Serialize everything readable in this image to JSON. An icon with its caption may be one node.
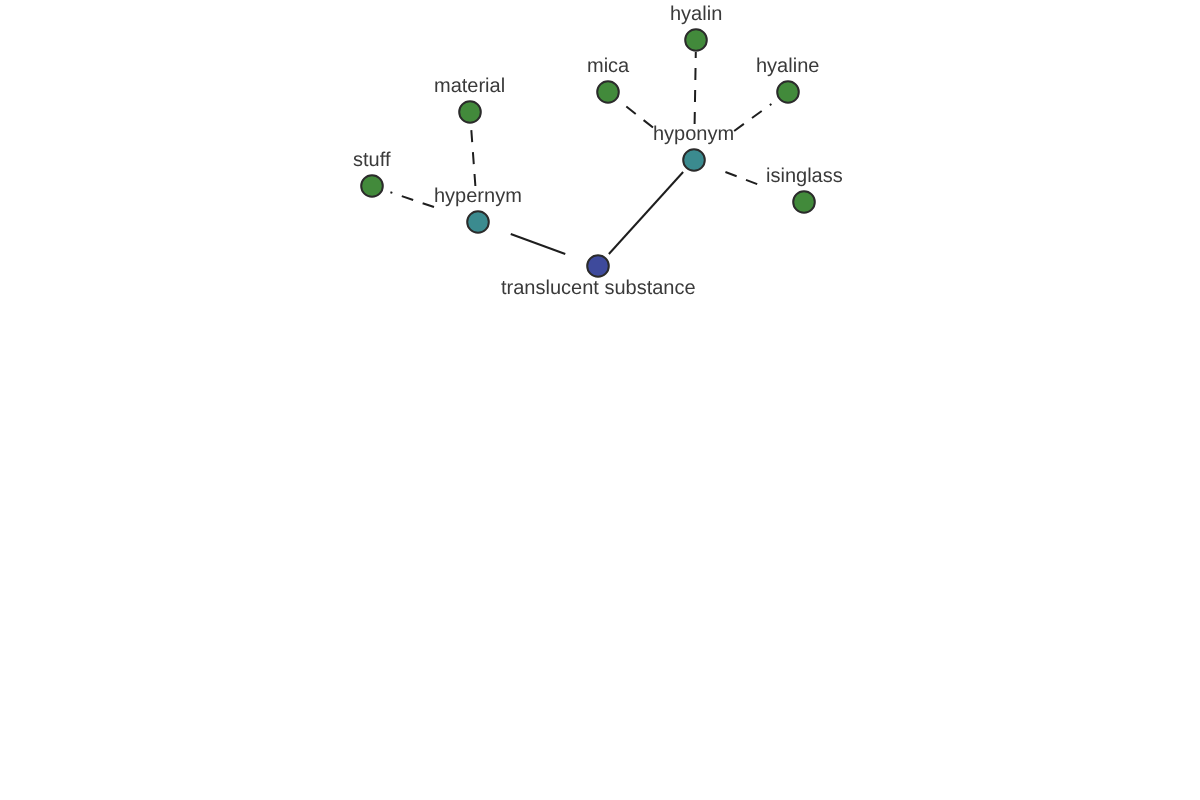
{
  "diagram": {
    "nodes": [
      {
        "text": [
          "translucent substance"
        ]
      },
      {
        "text": [
          "hypernym"
        ]
      },
      {
        "text": [
          "stuff"
        ]
      },
      {
        "text": [
          "material"
        ]
      },
      {
        "text": [
          "hyponym"
        ]
      },
      {
        "text": [
          "mica"
        ]
      },
      {
        "text": [
          "hyalin"
        ]
      },
      {
        "text": [
          "hyaline"
        ]
      },
      {
        "text": [
          "isinglass"
        ]
      }
    ],
    "edges": [
      {
        "from": 0,
        "to": 1,
        "arrow": "none"
      },
      {
        "from": 0,
        "to": 4,
        "arrow": "none"
      },
      {
        "from": 1,
        "to": 2,
        "arrow": "none",
        "style": "dashed"
      },
      {
        "from": 1,
        "to": 3,
        "arrow": "none",
        "style": "dashed"
      },
      {
        "from": 4,
        "to": 5,
        "arrow": "none",
        "style": "dashed"
      },
      {
        "from": 4,
        "to": 6,
        "arrow": "none",
        "style": "dashed"
      },
      {
        "from": 4,
        "to": 7,
        "arrow": "none",
        "style": "dashed"
      },
      {
        "from": 4,
        "to": 8,
        "arrow": "none",
        "style": "dashed"
      }
    ]
  }
}
